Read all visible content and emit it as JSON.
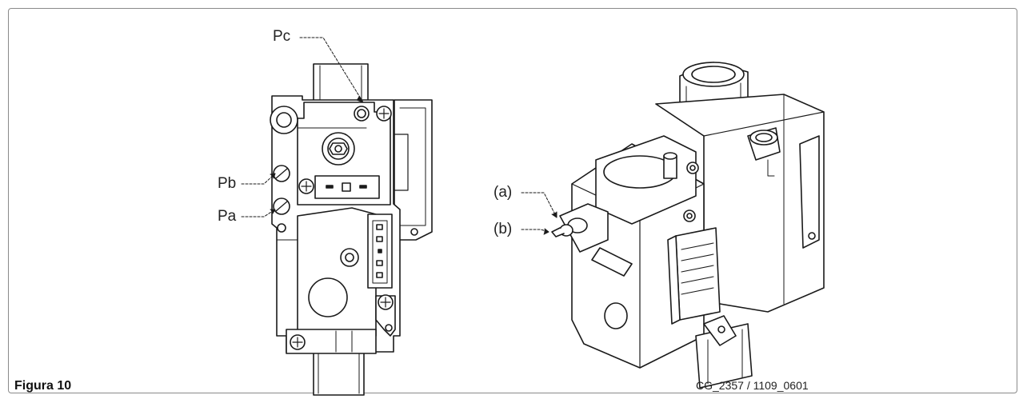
{
  "figure": {
    "caption": "Figura 10",
    "code": "CG_2357 / 1109_0601"
  },
  "callouts": {
    "pc": "Pc",
    "pb": "Pb",
    "pa": "Pa",
    "a": "(a)",
    "b": "(b)"
  }
}
